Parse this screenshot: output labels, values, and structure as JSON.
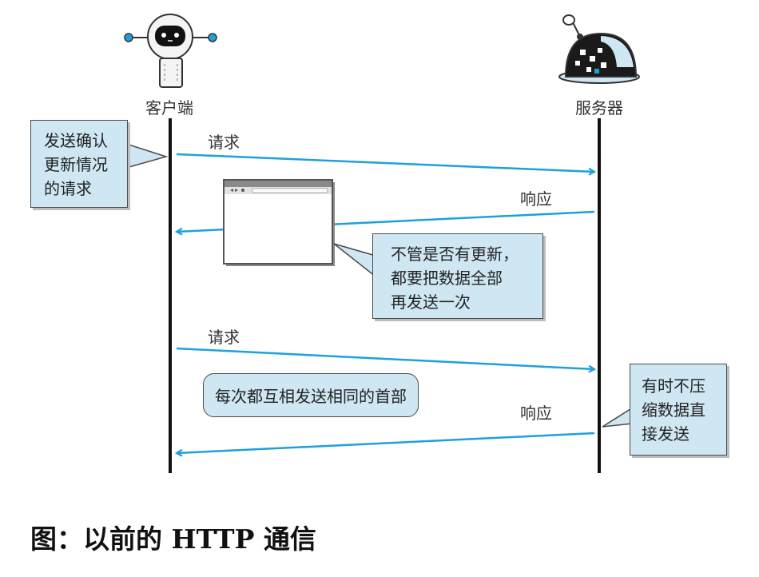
{
  "diagram": {
    "actors": {
      "client": "客户端",
      "server": "服务器"
    },
    "messages": [
      {
        "label": "请求",
        "direction": "client-to-server"
      },
      {
        "label": "响应",
        "direction": "server-to-client"
      },
      {
        "label": "请求",
        "direction": "client-to-server"
      },
      {
        "label": "响应",
        "direction": "server-to-client"
      }
    ],
    "notes": {
      "confirm_update": [
        "发送确认",
        "更新情况",
        "的请求"
      ],
      "full_resend": [
        "不管是否有更新，",
        "都要把数据全部",
        "再发送一次"
      ],
      "same_headers": "每次都互相发送相同的首部",
      "no_compress": [
        "有时不压",
        "缩数据直",
        "接发送"
      ]
    },
    "caption": "图：以前的 HTTP 通信",
    "colors": {
      "arrow": "#1ea0dc",
      "note_fill": "#cfe7f3",
      "lifeline": "#111111"
    }
  }
}
